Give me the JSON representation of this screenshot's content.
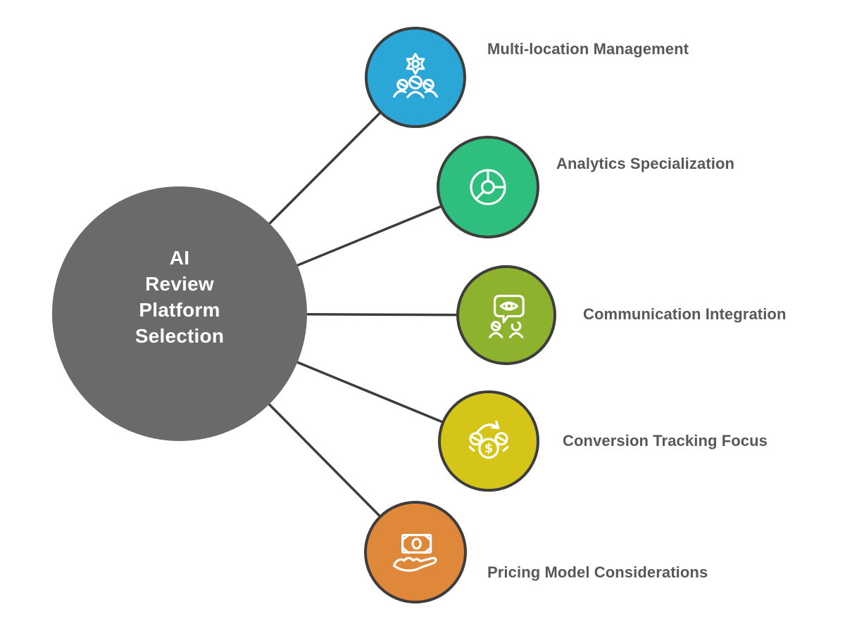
{
  "title": "AI Review Platform Selection diagram",
  "background": "#ffffff",
  "connector_color": "#3c3c3c",
  "node_border_color": "#3d3d3d",
  "label_color": "#585858",
  "center": {
    "line1": "AI",
    "line2": "Review",
    "line3": "Platform",
    "line4": "Selection",
    "color": "#6a6a6a",
    "text_color": "#ffffff"
  },
  "nodes": [
    {
      "label": "Multi-location Management",
      "color": "#2aa7d7",
      "icon": "gear-team-icon"
    },
    {
      "label": "Analytics Specialization",
      "color": "#2ebe7d",
      "icon": "donut-chart-icon"
    },
    {
      "label": "Communication Integration",
      "color": "#8db32e",
      "icon": "eye-speech-bubble-icon"
    },
    {
      "label": "Conversion Tracking Focus",
      "color": "#d5c518",
      "icon": "currency-cycle-icon",
      "currency_symbol": "$"
    },
    {
      "label": "Pricing Model Considerations",
      "color": "#e0883a",
      "icon": "cash-hand-icon"
    }
  ]
}
